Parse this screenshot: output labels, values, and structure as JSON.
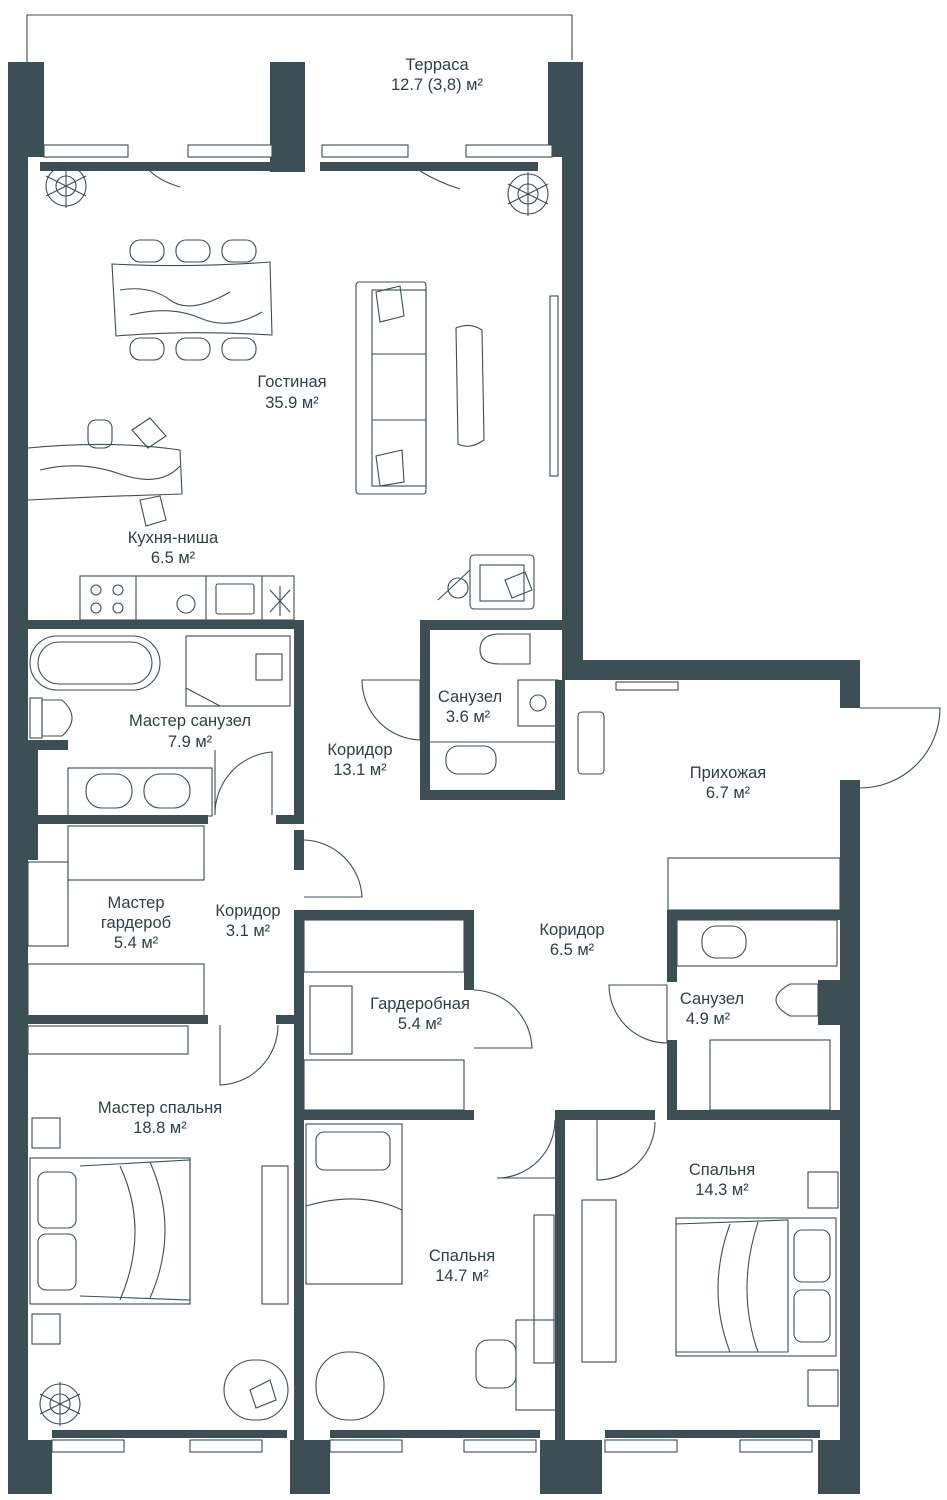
{
  "rooms": [
    {
      "id": "terrace",
      "name": "Терраса",
      "area": "12.7 (3,8) м²"
    },
    {
      "id": "living",
      "name": "Гостиная",
      "area": "35.9 м²"
    },
    {
      "id": "kitchen",
      "name": "Кухня-ниша",
      "area": "6.5 м²"
    },
    {
      "id": "master-bath",
      "name": "Мастер санузел",
      "area": "7.9 м²"
    },
    {
      "id": "bath-1",
      "name": "Санузел",
      "area": "3.6 м²"
    },
    {
      "id": "corridor-main",
      "name": "Коридор",
      "area": "13.1 м²"
    },
    {
      "id": "hall",
      "name": "Прихожая",
      "area": "6.7 м²"
    },
    {
      "id": "master-closet",
      "name1": "Мастер",
      "name2": "гардероб",
      "area": "5.4 м²"
    },
    {
      "id": "corridor-small",
      "name": "Коридор",
      "area": "3.1 м²"
    },
    {
      "id": "corridor-mid",
      "name": "Коридор",
      "area": "6.5 м²"
    },
    {
      "id": "wardrobe",
      "name": "Гардеробная",
      "area": "5.4 м²"
    },
    {
      "id": "bath-2",
      "name": "Санузел",
      "area": "4.9 м²"
    },
    {
      "id": "master-bedroom",
      "name": "Мастер спальня",
      "area": "18.8 м²"
    },
    {
      "id": "bedroom-1",
      "name": "Спальня",
      "area": "14.7 м²"
    },
    {
      "id": "bedroom-2",
      "name": "Спальня",
      "area": "14.3 м²"
    }
  ],
  "colors": {
    "wall": "#3c4f55",
    "line": "#3c4f55",
    "text": "#2f3f45",
    "background": "#ffffff"
  }
}
